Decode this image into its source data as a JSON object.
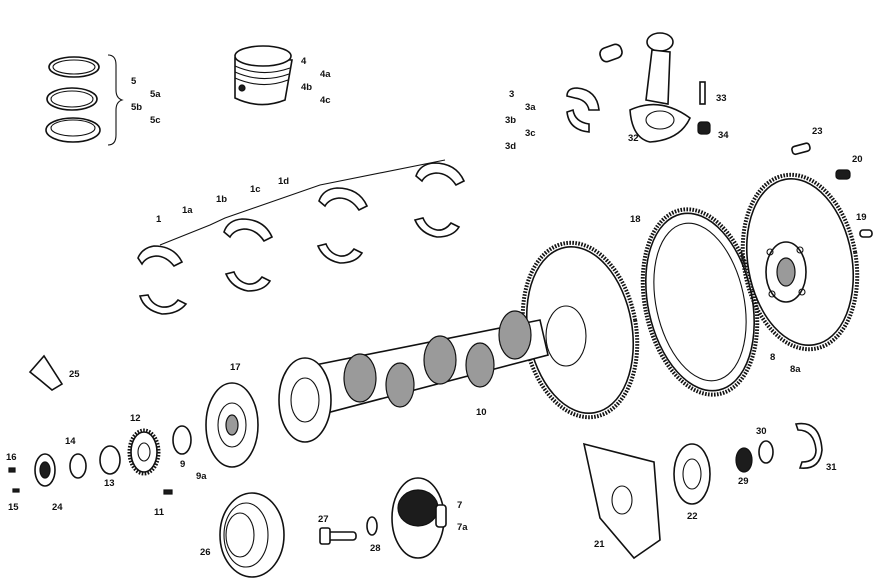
{
  "labels": {
    "l5": "5",
    "l5a": "5a",
    "l5b": "5b",
    "l5c": "5c",
    "l4": "4",
    "l4a": "4a",
    "l4b": "4b",
    "l4c": "4c",
    "l3": "3",
    "l3a": "3a",
    "l3b": "3b",
    "l3c": "3c",
    "l3d": "3d",
    "l32": "32",
    "l33": "33",
    "l34": "34",
    "l23": "23",
    "l20": "20",
    "l19": "19",
    "l1": "1",
    "l1a": "1a",
    "l1b": "1b",
    "l1c": "1c",
    "l1d": "1d",
    "l18": "18",
    "l8": "8",
    "l8a": "8a",
    "l10": "10",
    "l17": "17",
    "l25": "25",
    "l12": "12",
    "l9": "9",
    "l9a": "9a",
    "l14": "14",
    "l16": "16",
    "l15": "15",
    "l24": "24",
    "l13": "13",
    "l11": "11",
    "l26": "26",
    "l27": "27",
    "l28": "28",
    "l7": "7",
    "l7a": "7a",
    "l21": "21",
    "l22": "22",
    "l29": "29",
    "l30": "30",
    "l31": "31"
  }
}
